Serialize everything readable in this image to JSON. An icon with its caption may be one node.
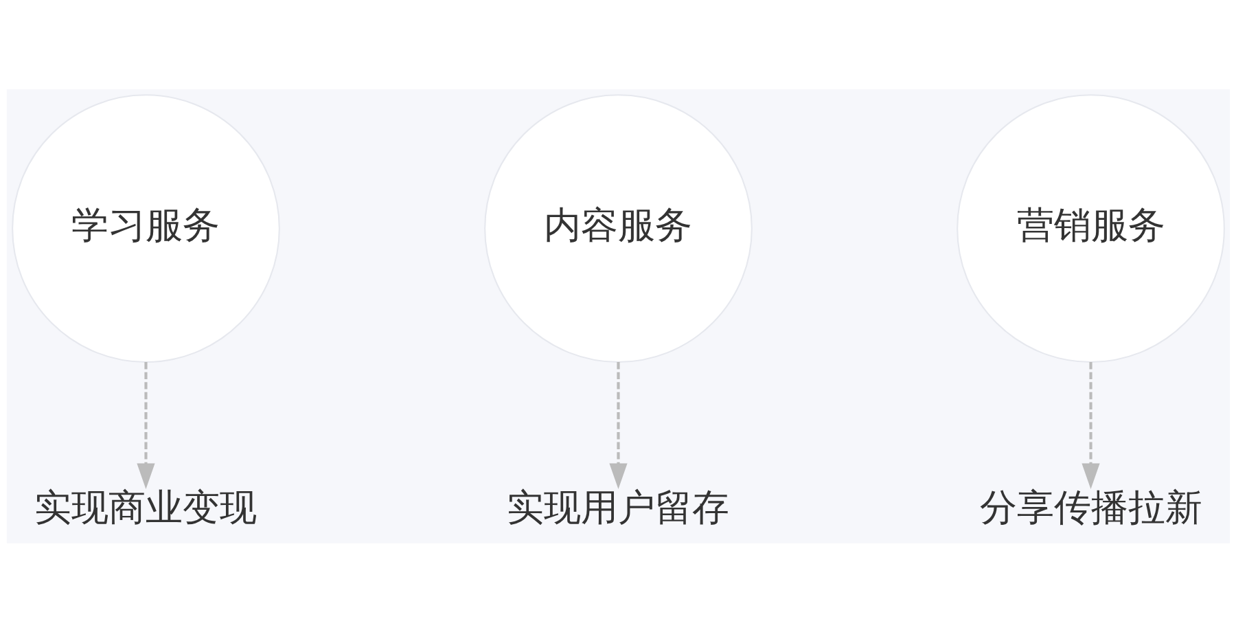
{
  "diagram": {
    "nodes": [
      {
        "text": [
          "学习服务"
        ]
      },
      {
        "text": [
          "内容服务"
        ]
      },
      {
        "text": [
          "营销服务"
        ]
      },
      {
        "text": [
          "实现商业变现"
        ]
      },
      {
        "text": [
          "实现用户留存"
        ]
      },
      {
        "text": [
          "分享传播拉新"
        ]
      }
    ],
    "edges": [
      {
        "from": 0,
        "to": 3,
        "arrow": "to",
        "style": "dashed"
      },
      {
        "from": 1,
        "to": 4,
        "arrow": "to",
        "style": "dashed"
      },
      {
        "from": 2,
        "to": 5,
        "arrow": "to",
        "style": "dashed"
      }
    ]
  }
}
